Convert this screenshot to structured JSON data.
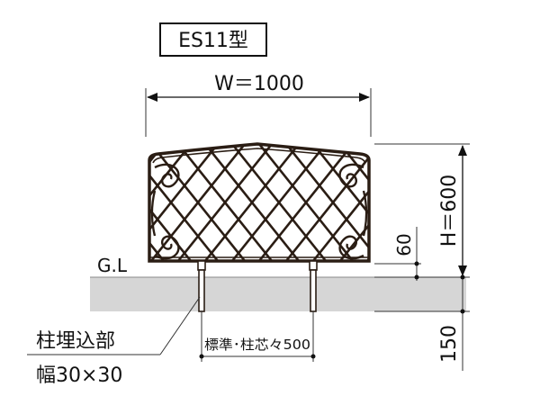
{
  "model_label": "ES11型",
  "dimensions": {
    "width_label": "W＝1000",
    "height_label": "H＝600",
    "clearance_label": "60",
    "embed_depth_label": "150",
    "post_pitch_label": "標準･柱芯々500"
  },
  "ground_label": "G.L",
  "embed_note": {
    "line1": "柱埋込部",
    "line2": "幅30×30"
  },
  "colors": {
    "fence": "#2a1d14",
    "ground": "#d6d6d6",
    "ink": "#111111"
  }
}
